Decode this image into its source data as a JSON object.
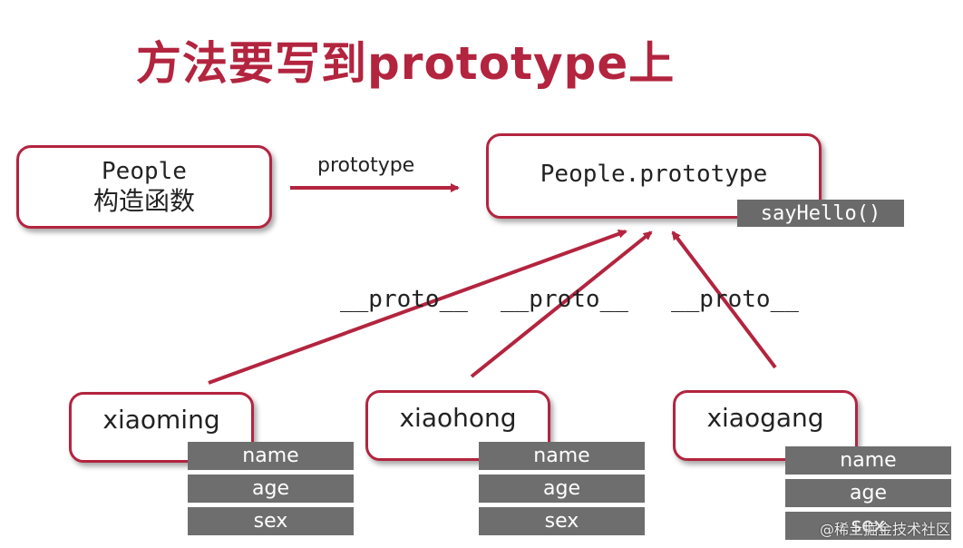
{
  "title": "方法要写到prototype上",
  "nodes": {
    "constructor": {
      "line1": "People",
      "line2": "构造函数"
    },
    "prototype": {
      "label": "People.prototype",
      "method": "sayHello()"
    },
    "xiaoming": {
      "label": "xiaoming",
      "props": [
        "name",
        "age",
        "sex"
      ]
    },
    "xiaohong": {
      "label": "xiaohong",
      "props": [
        "name",
        "age",
        "sex"
      ]
    },
    "xiaogang": {
      "label": "xiaogang",
      "props": [
        "name",
        "age",
        "sex"
      ]
    }
  },
  "edges": {
    "constructor_to_prototype": "prototype",
    "proto_labels": [
      "__proto__",
      "__proto__",
      "__proto__"
    ]
  },
  "colors": {
    "accent": "#b3243f",
    "tag": "#6e6e6e"
  },
  "watermark": "@稀土掘金技术社区"
}
